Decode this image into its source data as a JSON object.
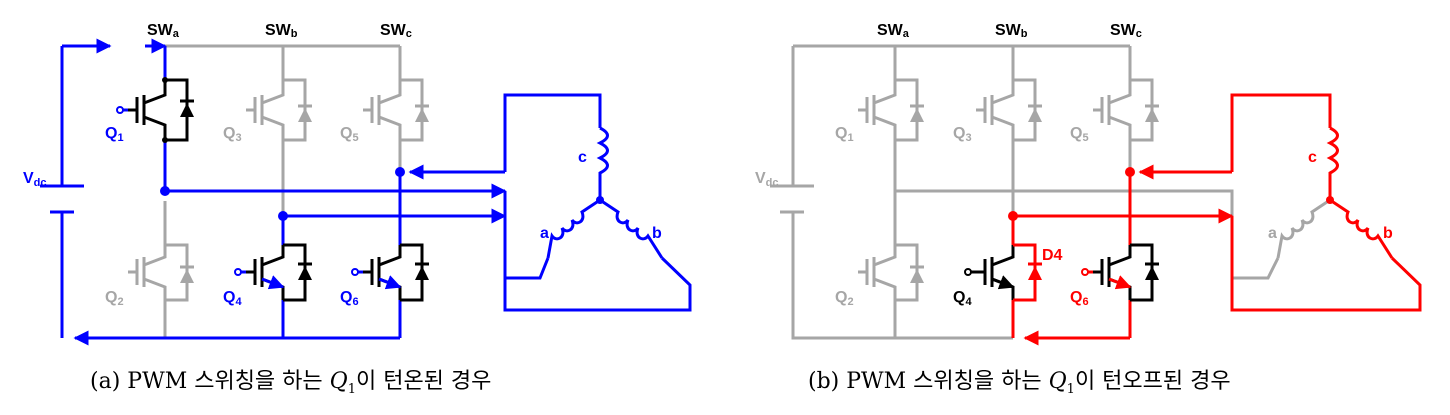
{
  "panel_a": {
    "sw": [
      "SW",
      "a",
      "SW",
      "b",
      "SW",
      "c"
    ],
    "vdc": [
      "V",
      "dc"
    ],
    "q": [
      "Q",
      "1",
      "Q",
      "2",
      "Q",
      "3",
      "Q",
      "4",
      "Q",
      "5",
      "Q",
      "6"
    ],
    "phase": [
      "a",
      "b",
      "c"
    ],
    "caption": [
      "(a) PWM 스위칭을 하는 ",
      "Q",
      "1",
      "이 턴온된 경우"
    ]
  },
  "panel_b": {
    "sw": [
      "SW",
      "a",
      "SW",
      "b",
      "SW",
      "c"
    ],
    "vdc": [
      "V",
      "dc"
    ],
    "q": [
      "Q",
      "1",
      "Q",
      "2",
      "Q",
      "3",
      "Q",
      "4",
      "Q",
      "5",
      "Q",
      "6"
    ],
    "d4": "D4",
    "phase": [
      "a",
      "b",
      "c"
    ],
    "caption": [
      "(b) PWM 스위칭을 하는 ",
      "Q",
      "1",
      "이 턴오프된 경우"
    ]
  },
  "colors": {
    "inactive": "#a6a6a6",
    "current_a": "#0000ff",
    "current_b": "#ff0000",
    "active_device": "#000000"
  }
}
